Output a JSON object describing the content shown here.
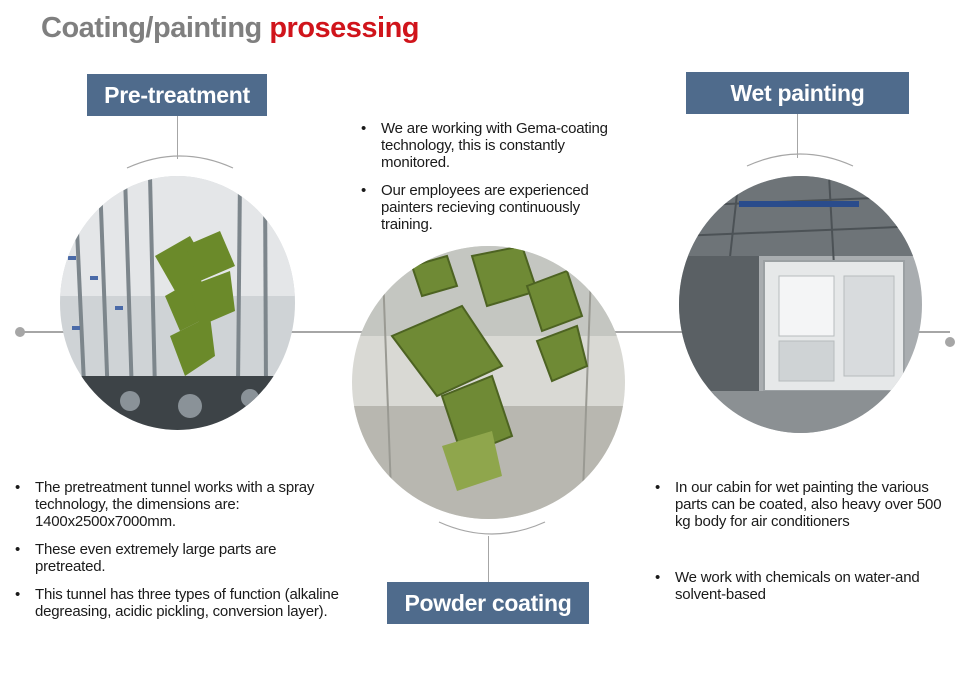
{
  "title": {
    "part1": "Coating/painting",
    "part2": "prosessing"
  },
  "labels": {
    "pretreatment": "Pre-treatment",
    "wet_painting": "Wet painting",
    "powder_coating": "Powder coating"
  },
  "bullets": {
    "center_top": [
      "We  are working with Gema-coating technology, this is constantly monitored.",
      "Our employees are experienced painters recieving continuously training."
    ],
    "left": [
      "The pretreatment tunnel works with  a spray technology, the dimensions are: 1400x2500x7000mm.",
      "These even extremely large parts are pretreated.",
      "This tunnel has three types of function (alkaline degreasing, acidic pickling, conversion layer)."
    ],
    "right": [
      "In our cabin for wet painting the various parts can be coated, also heavy over 500 kg body for air conditioners",
      "We work with chemicals on water-and solvent-based"
    ]
  },
  "colors": {
    "accent_red": "#d0141b",
    "title_gray": "#7f7f7f",
    "label_blue": "#4f6b8c",
    "line_gray": "#a6a6a6"
  }
}
